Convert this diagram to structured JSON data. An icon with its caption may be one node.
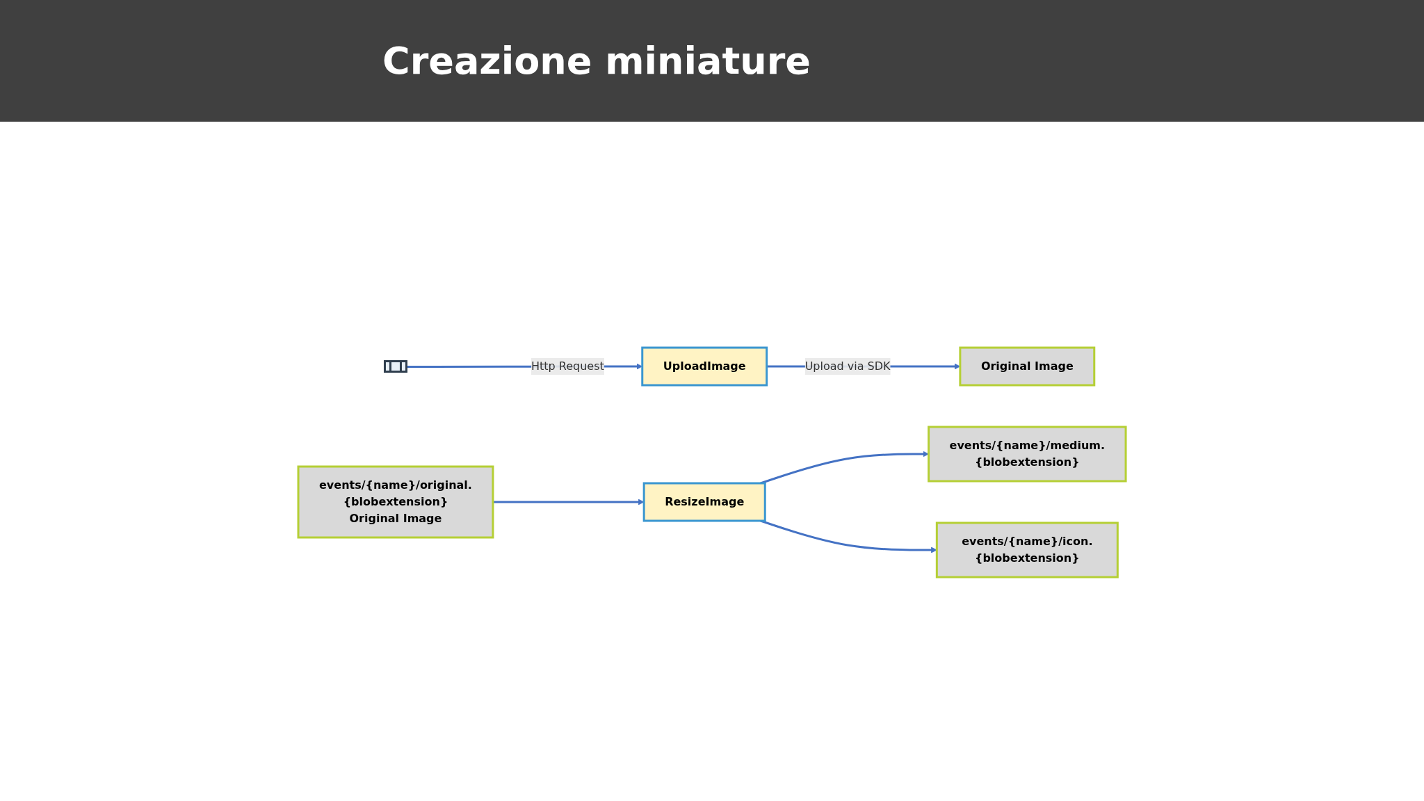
{
  "diagram": {
    "title": "Creazione miniature",
    "nodes": [
      {
        "text": [],
        "shape": "computer"
      },
      {
        "text": [
          "UploadImage"
        ]
      },
      {
        "text": [
          "Original Image"
        ]
      },
      {
        "text": [
          "events/{name}/original.{blobextension}",
          "Original Image"
        ]
      },
      {
        "text": [
          "ResizeImage"
        ]
      },
      {
        "text": [
          "events/{name}/medium.{blobextension}"
        ]
      },
      {
        "text": [
          "events/{name}/icon.{blobextension}"
        ]
      }
    ],
    "edges": [
      {
        "from": 0,
        "to": 1,
        "arrow": "to",
        "label": "Http Request"
      },
      {
        "from": 1,
        "to": 2,
        "arrow": "to",
        "label": "Upload via SDK"
      },
      {
        "from": 3,
        "to": 4,
        "arrow": "to"
      },
      {
        "from": 4,
        "to": 5,
        "arrow": "to"
      },
      {
        "from": 4,
        "to": 6,
        "arrow": "to"
      }
    ]
  }
}
